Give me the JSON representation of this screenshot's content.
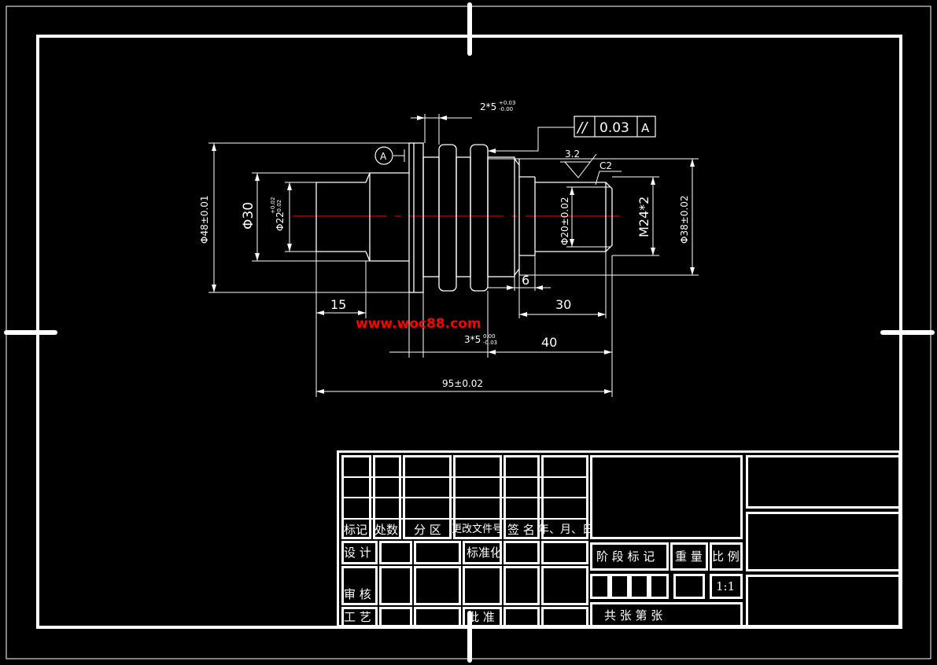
{
  "dims": {
    "top_tol": "2*5",
    "top_tol_up": "+0.03",
    "top_tol_dn": "-0.00",
    "fcf_sym": "//",
    "fcf_val": "0.03",
    "fcf_ref": "A",
    "datum": "A",
    "rough": "3.2",
    "chamfer": "C2",
    "d48": "Φ48±0.01",
    "d30": "Φ30",
    "d22": "Φ22",
    "d22_up": "+0.02",
    "d22_dn": "-0.02",
    "d20": "Φ20±0.02",
    "m24": "M24*2",
    "d38": "Φ38±0.02",
    "len15": "15",
    "len6": "6",
    "len30": "30",
    "len40": "40",
    "grooves": "3*5",
    "grooves_up": "0.00",
    "grooves_dn": "-0.03",
    "total": "95±0.02"
  },
  "watermark": "www.woc88.com",
  "title_block": {
    "h_mark": "标记",
    "h_count": "处数",
    "h_zone": "分 区",
    "h_docno": "更改文件号",
    "h_sign": "签 名",
    "h_date": "年、月、日",
    "design": "设 计",
    "standard": "标准化",
    "review": "审 核",
    "process": "工 艺",
    "approve": "批 准",
    "stage": "阶 段 标 记",
    "weight": "重 量",
    "ratio_label": "比 例",
    "ratio_value": "1:1",
    "sheets": "共    张  第    张"
  },
  "colors": {
    "line": "#ffffff",
    "center": "#ff0000",
    "background": "#000000"
  }
}
